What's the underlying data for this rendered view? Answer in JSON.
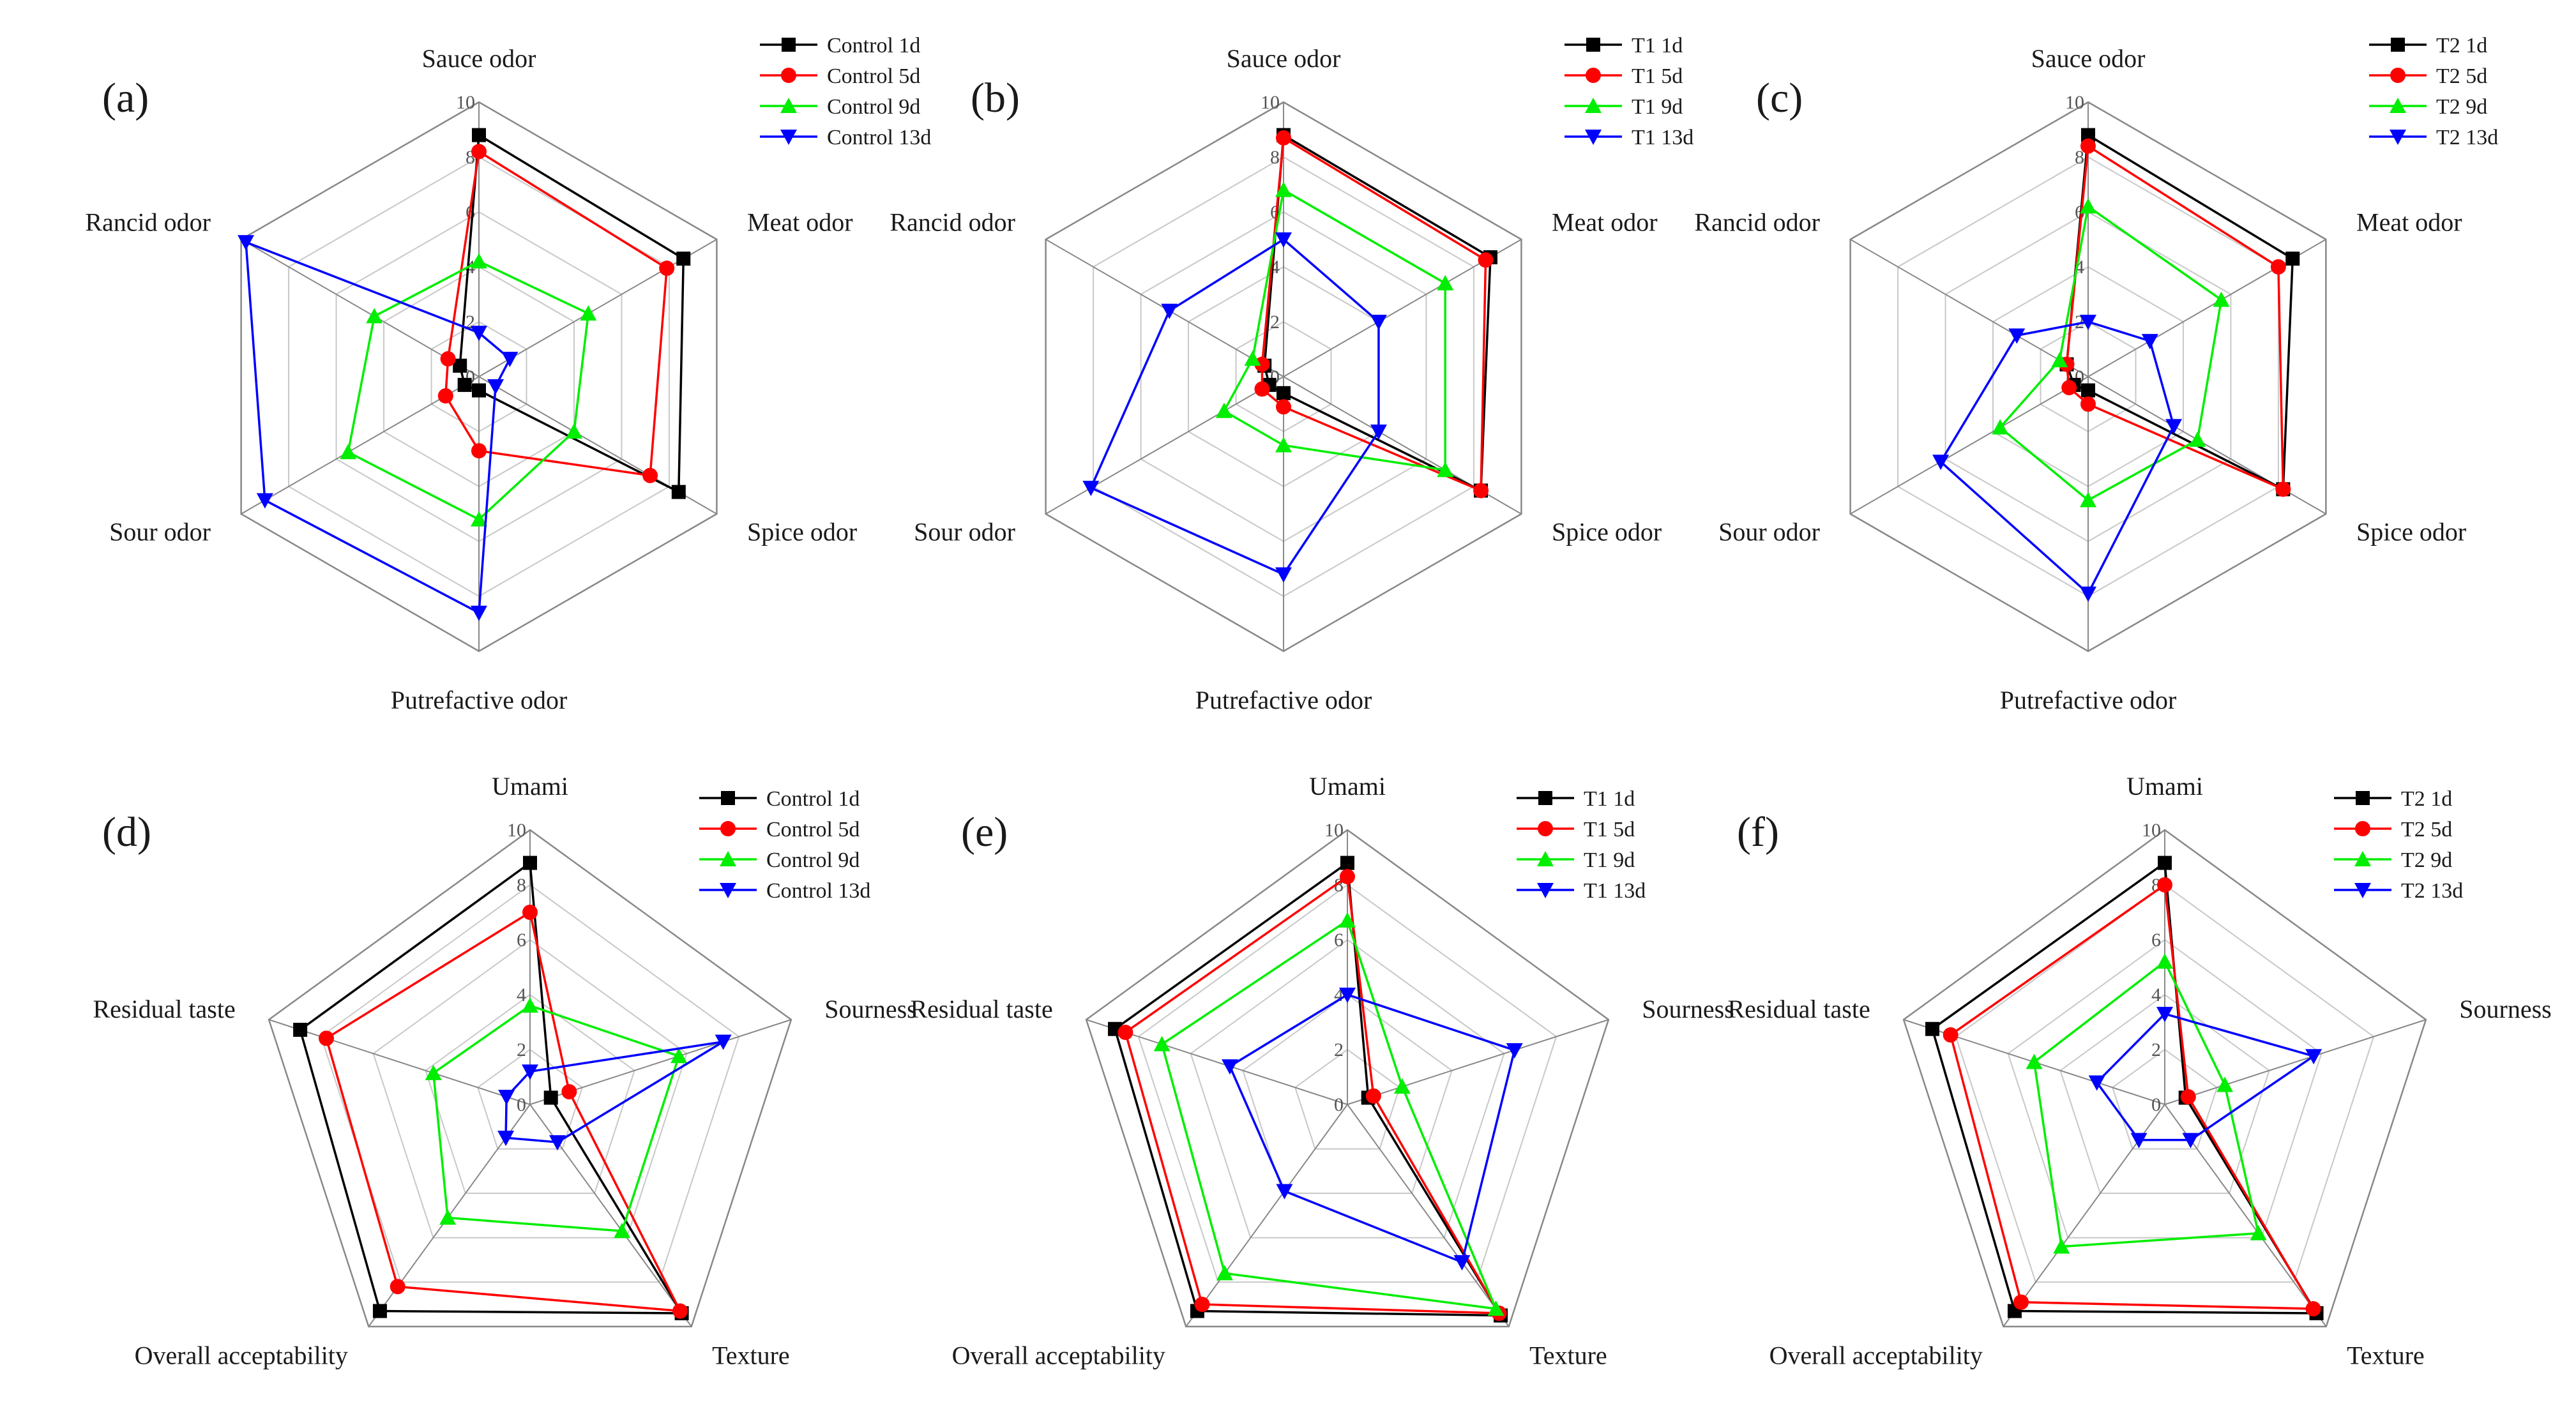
{
  "colors": {
    "1d": "#000000",
    "5d": "#ff0000",
    "9d": "#00ee00",
    "13d": "#0000ff",
    "grid": "#c8c8c8",
    "outer": "#888888"
  },
  "chart_data": [
    {
      "type": "radar",
      "panel": "(a)",
      "categories": [
        "Sauce odor",
        "Meat odor",
        "Spice odor",
        "Putrefactive odor",
        "Sour odor",
        "Rancid odor"
      ],
      "rlim": [
        0,
        10
      ],
      "ticks": [
        "0",
        "2",
        "4",
        "6",
        "8",
        "10"
      ],
      "legend_position": "top-right",
      "series": [
        {
          "name": "Control 1d",
          "key": "1d",
          "marker": "square",
          "values": [
            8.8,
            8.6,
            8.4,
            0.5,
            0.6,
            0.8
          ]
        },
        {
          "name": "Control 5d",
          "key": "5d",
          "marker": "circle",
          "values": [
            8.2,
            7.9,
            7.2,
            2.7,
            1.4,
            1.3
          ]
        },
        {
          "name": "Control 9d",
          "key": "9d",
          "marker": "triangle-up",
          "values": [
            4.2,
            4.6,
            4.0,
            5.2,
            5.5,
            4.4
          ]
        },
        {
          "name": "Control 13d",
          "key": "13d",
          "marker": "triangle-down",
          "values": [
            1.6,
            1.3,
            0.7,
            8.6,
            9.0,
            9.8
          ]
        }
      ]
    },
    {
      "type": "radar",
      "panel": "(b)",
      "categories": [
        "Sauce odor",
        "Meat odor",
        "Spice odor",
        "Putrefactive odor",
        "Sour odor",
        "Rancid odor"
      ],
      "rlim": [
        0,
        10
      ],
      "ticks": [
        "0",
        "2",
        "4",
        "6",
        "8",
        "10"
      ],
      "legend_position": "top-right",
      "series": [
        {
          "name": "T1 1d",
          "key": "1d",
          "marker": "square",
          "values": [
            8.8,
            8.7,
            8.3,
            0.6,
            0.6,
            0.8
          ]
        },
        {
          "name": "T1 5d",
          "key": "5d",
          "marker": "circle",
          "values": [
            8.7,
            8.5,
            8.3,
            1.1,
            0.9,
            0.9
          ]
        },
        {
          "name": "T1 9d",
          "key": "9d",
          "marker": "triangle-up",
          "values": [
            6.8,
            6.8,
            6.8,
            2.5,
            2.5,
            1.3
          ]
        },
        {
          "name": "T1 13d",
          "key": "13d",
          "marker": "triangle-down",
          "values": [
            5.0,
            4.0,
            4.0,
            7.2,
            8.1,
            4.8
          ]
        }
      ]
    },
    {
      "type": "radar",
      "panel": "(c)",
      "categories": [
        "Sauce odor",
        "Meat odor",
        "Spice odor",
        "Putrefactive odor",
        "Sour odor",
        "Rancid odor"
      ],
      "rlim": [
        0,
        10
      ],
      "ticks": [
        "0",
        "2",
        "4",
        "6",
        "8",
        "10"
      ],
      "legend_position": "top-right",
      "series": [
        {
          "name": "T2 1d",
          "key": "1d",
          "marker": "square",
          "values": [
            8.8,
            8.6,
            8.2,
            0.5,
            0.6,
            0.9
          ]
        },
        {
          "name": "T2 5d",
          "key": "5d",
          "marker": "circle",
          "values": [
            8.4,
            8.0,
            8.2,
            1.0,
            0.8,
            0.9
          ]
        },
        {
          "name": "T2 9d",
          "key": "9d",
          "marker": "triangle-up",
          "values": [
            6.2,
            5.6,
            4.6,
            4.5,
            3.7,
            1.2
          ]
        },
        {
          "name": "T2 13d",
          "key": "13d",
          "marker": "triangle-down",
          "values": [
            2.0,
            2.6,
            3.6,
            7.9,
            6.2,
            3.0
          ]
        }
      ]
    },
    {
      "type": "radar",
      "panel": "(d)",
      "categories": [
        "Umami",
        "Sourness",
        "Texture",
        "Overall acceptability",
        "Residual taste"
      ],
      "rlim": [
        0,
        10
      ],
      "ticks": [
        "0",
        "2",
        "4",
        "6",
        "8",
        "10"
      ],
      "legend_position": "top-right",
      "series": [
        {
          "name": "Control 1d",
          "key": "1d",
          "marker": "square",
          "values": [
            8.8,
            0.8,
            9.4,
            9.3,
            8.8
          ]
        },
        {
          "name": "Control 5d",
          "key": "5d",
          "marker": "circle",
          "values": [
            7.0,
            1.5,
            9.3,
            8.2,
            7.8
          ]
        },
        {
          "name": "Control 9d",
          "key": "9d",
          "marker": "triangle-up",
          "values": [
            3.6,
            5.7,
            5.7,
            5.1,
            3.7
          ]
        },
        {
          "name": "Control 13d",
          "key": "13d",
          "marker": "triangle-down",
          "values": [
            1.2,
            7.4,
            1.7,
            1.5,
            0.9
          ]
        }
      ]
    },
    {
      "type": "radar",
      "panel": "(e)",
      "categories": [
        "Umami",
        "Sourness",
        "Texture",
        "Overall acceptability",
        "Residual taste"
      ],
      "rlim": [
        0,
        10
      ],
      "ticks": [
        "0",
        "2",
        "4",
        "6",
        "8",
        "10"
      ],
      "legend_position": "top-right",
      "series": [
        {
          "name": "T1 1d",
          "key": "1d",
          "marker": "square",
          "values": [
            8.8,
            0.8,
            9.5,
            9.3,
            8.9
          ]
        },
        {
          "name": "T1 5d",
          "key": "5d",
          "marker": "circle",
          "values": [
            8.3,
            1.0,
            9.4,
            9.0,
            8.5
          ]
        },
        {
          "name": "T1 9d",
          "key": "9d",
          "marker": "triangle-up",
          "values": [
            6.7,
            2.1,
            9.2,
            7.6,
            7.1
          ]
        },
        {
          "name": "T1 13d",
          "key": "13d",
          "marker": "triangle-down",
          "values": [
            4.0,
            6.4,
            7.1,
            3.9,
            4.5
          ]
        }
      ]
    },
    {
      "type": "radar",
      "panel": "(f)",
      "categories": [
        "Umami",
        "Sourness",
        "Texture",
        "Overall acceptability",
        "Residual taste"
      ],
      "rlim": [
        0,
        10
      ],
      "ticks": [
        "0",
        "2",
        "4",
        "6",
        "8",
        "10"
      ],
      "legend_position": "top-right",
      "series": [
        {
          "name": "T2 1d",
          "key": "1d",
          "marker": "square",
          "values": [
            8.8,
            0.8,
            9.4,
            9.3,
            8.9
          ]
        },
        {
          "name": "T2 5d",
          "key": "5d",
          "marker": "circle",
          "values": [
            8.0,
            0.9,
            9.2,
            8.9,
            8.2
          ]
        },
        {
          "name": "T2 9d",
          "key": "9d",
          "marker": "triangle-up",
          "values": [
            5.2,
            2.3,
            5.8,
            6.4,
            5.0
          ]
        },
        {
          "name": "T2 13d",
          "key": "13d",
          "marker": "triangle-down",
          "values": [
            3.3,
            5.7,
            1.6,
            1.6,
            2.6
          ]
        }
      ]
    }
  ]
}
